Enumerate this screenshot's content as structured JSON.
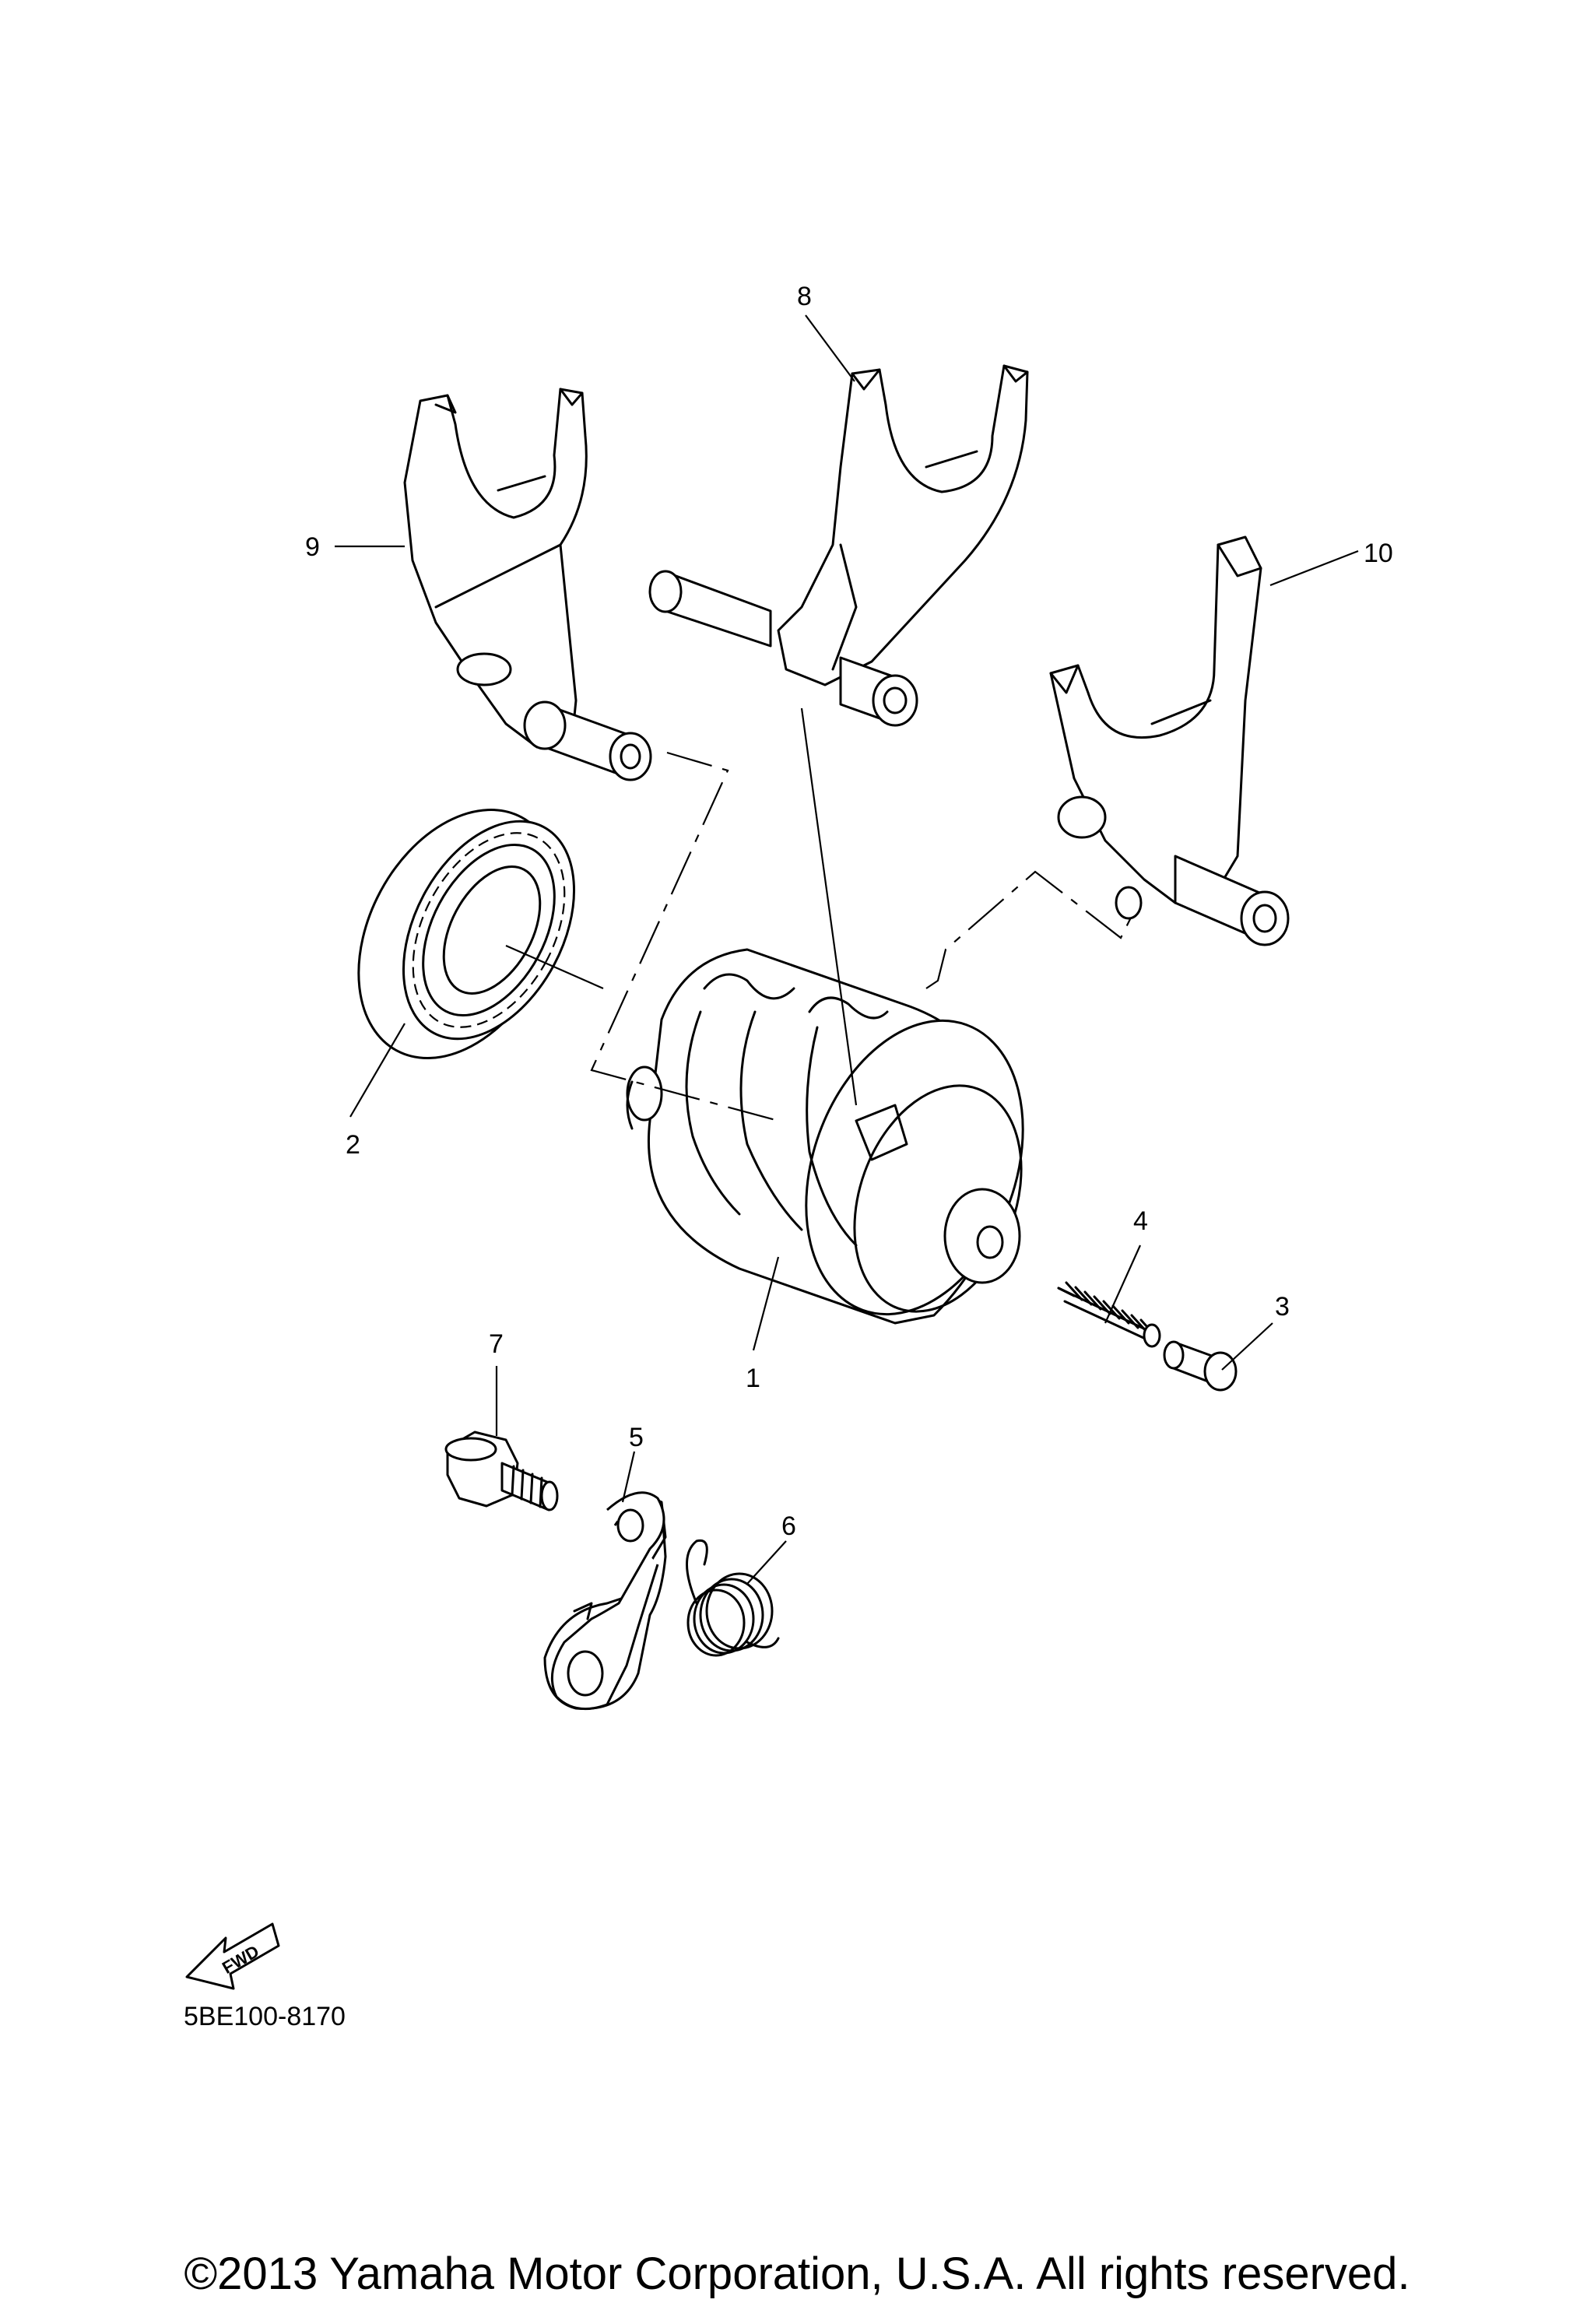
{
  "diagram": {
    "code": "5BE100-8170",
    "fwd_badge": "FWD",
    "copyright": "©2013 Yamaha Motor Corporation, U.S.A. All rights reserved.",
    "callouts": [
      {
        "id": "1",
        "text": "1"
      },
      {
        "id": "2",
        "text": "2"
      },
      {
        "id": "3",
        "text": "3"
      },
      {
        "id": "4",
        "text": "4"
      },
      {
        "id": "5",
        "text": "5"
      },
      {
        "id": "6",
        "text": "6"
      },
      {
        "id": "7",
        "text": "7"
      },
      {
        "id": "8",
        "text": "8"
      },
      {
        "id": "9",
        "text": "9"
      },
      {
        "id": "10",
        "text": "10"
      }
    ]
  }
}
